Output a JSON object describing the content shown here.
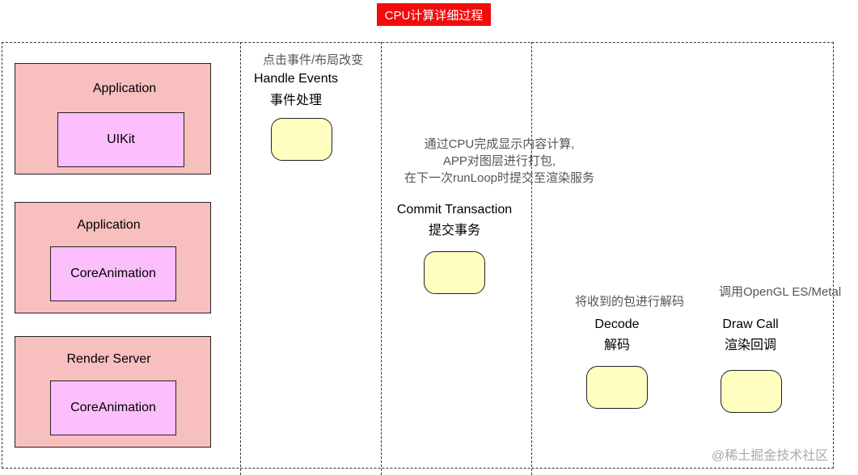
{
  "title": "CPU计算详细过程",
  "layers": [
    {
      "label": "Application",
      "inner": "UIKit"
    },
    {
      "label": "Application",
      "inner": "CoreAnimation"
    },
    {
      "label": "Render Server",
      "inner": "CoreAnimation"
    }
  ],
  "steps": {
    "handle": {
      "note": "点击事件/布局改变",
      "title": "Handle Events",
      "subtitle": "事件处理"
    },
    "commit": {
      "note_lines": [
        "通过CPU完成显示内容计算,",
        "APP对图层进行打包,",
        "在下一次runLoop时提交至渲染服务"
      ],
      "title": "Commit Transaction",
      "subtitle": "提交事务"
    },
    "decode": {
      "note": "将收到的包进行解码",
      "title": "Decode",
      "subtitle": "解码"
    },
    "draw": {
      "note": "调用OpenGL ES/Metal",
      "title": "Draw Call",
      "subtitle": "渲染回调"
    }
  },
  "watermark": "@稀土掘金技术社区"
}
